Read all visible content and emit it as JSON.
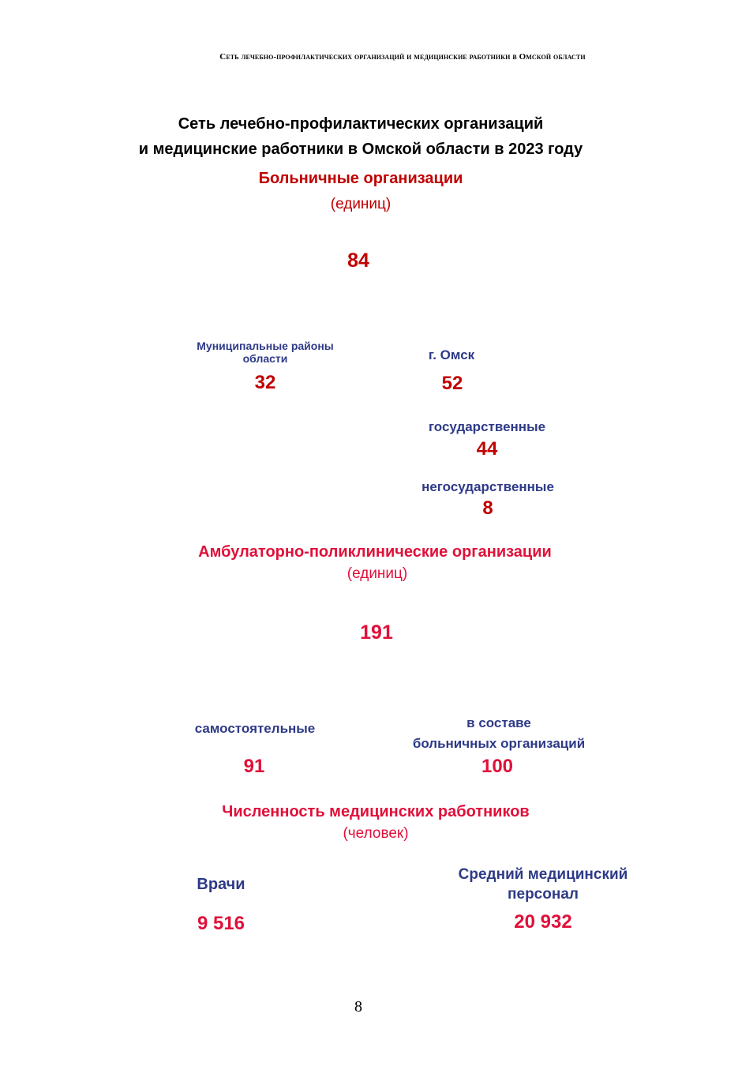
{
  "running_header": "Сеть лечебно-профилактических организаций и медицинские работники в Омской области",
  "title": {
    "line1": "Сеть лечебно-профилактических организаций",
    "line2": "и медицинские работники в Омской области в 2023 году"
  },
  "hospitals": {
    "heading": "Больничные организации",
    "unit": "(единиц)",
    "total": "84",
    "municipal_label_line1": "Муниципальные районы",
    "municipal_label_line2": "области",
    "municipal_value": "32",
    "omsk_label": "г. Омск",
    "omsk_value": "52",
    "state_label": "государственные",
    "state_value": "44",
    "nonstate_label": "негосударственные",
    "nonstate_value": "8"
  },
  "outpatient": {
    "heading": "Амбулаторно-поликлинические организации",
    "unit": "(единиц)",
    "total": "191",
    "independent_label": "самостоятельные",
    "independent_value": "91",
    "within_label_line1": "в составе",
    "within_label_line2": "больничных организаций",
    "within_value": "100"
  },
  "staff": {
    "heading": "Численность медицинских работников",
    "unit": "(человек)",
    "doctors_label": "Врачи",
    "doctors_value": "9 516",
    "nurses_label_line1": "Средний медицинский",
    "nurses_label_line2": "персонал",
    "nurses_value": "20 932"
  },
  "page_number": "8",
  "colors": {
    "section_dark_red": "#c00000",
    "section_red": "#e0103a",
    "label_navy": "#2e3a87"
  }
}
